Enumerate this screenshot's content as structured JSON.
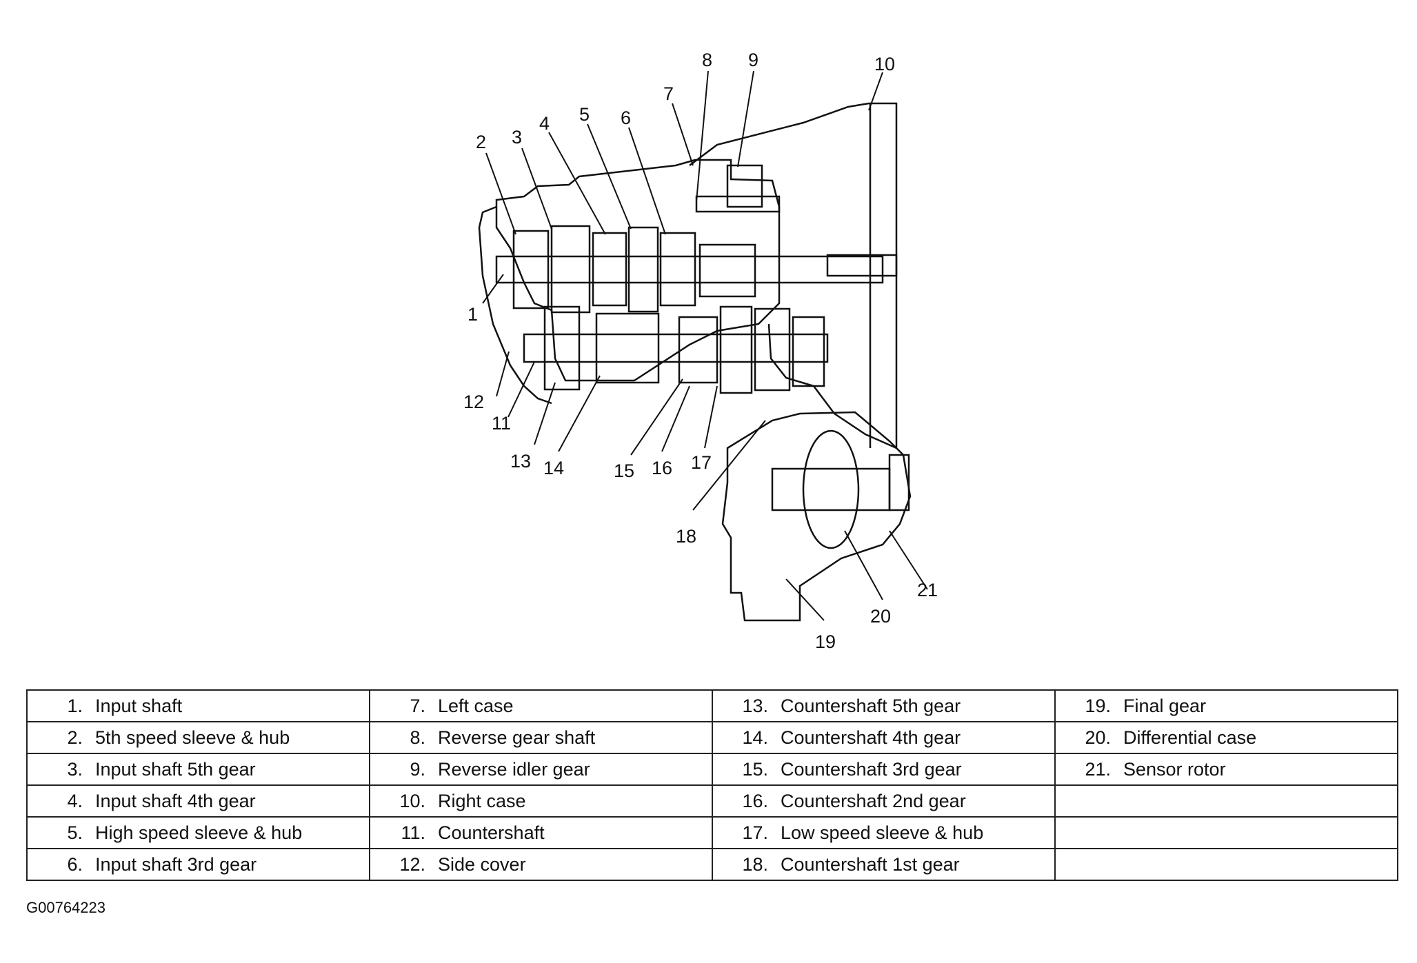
{
  "callouts": [
    "1",
    "2",
    "3",
    "4",
    "5",
    "6",
    "7",
    "8",
    "9",
    "10",
    "11",
    "12",
    "13",
    "14",
    "15",
    "16",
    "17",
    "18",
    "19",
    "20",
    "21"
  ],
  "legend": [
    [
      {
        "num": "1.",
        "label": "Input shaft"
      },
      {
        "num": "7.",
        "label": "Left case"
      },
      {
        "num": "13.",
        "label": "Countershaft 5th gear"
      },
      {
        "num": "19.",
        "label": "Final gear"
      }
    ],
    [
      {
        "num": "2.",
        "label": "5th speed sleeve & hub"
      },
      {
        "num": "8.",
        "label": "Reverse gear shaft"
      },
      {
        "num": "14.",
        "label": "Countershaft 4th gear"
      },
      {
        "num": "20.",
        "label": "Differential case"
      }
    ],
    [
      {
        "num": "3.",
        "label": "Input shaft 5th gear"
      },
      {
        "num": "9.",
        "label": "Reverse idler gear"
      },
      {
        "num": "15.",
        "label": "Countershaft 3rd gear"
      },
      {
        "num": "21.",
        "label": "Sensor rotor"
      }
    ],
    [
      {
        "num": "4.",
        "label": "Input shaft 4th gear"
      },
      {
        "num": "10.",
        "label": "Right case"
      },
      {
        "num": "16.",
        "label": "Countershaft 2nd gear"
      },
      {
        "num": "",
        "label": ""
      }
    ],
    [
      {
        "num": "5.",
        "label": "High speed sleeve & hub"
      },
      {
        "num": "11.",
        "label": "Countershaft"
      },
      {
        "num": "17.",
        "label": "Low speed sleeve & hub"
      },
      {
        "num": "",
        "label": ""
      }
    ],
    [
      {
        "num": "6.",
        "label": "Input shaft 3rd gear"
      },
      {
        "num": "12.",
        "label": "Side cover"
      },
      {
        "num": "18.",
        "label": "Countershaft 1st gear"
      },
      {
        "num": "",
        "label": ""
      }
    ]
  ],
  "figure_id": "G00764223"
}
